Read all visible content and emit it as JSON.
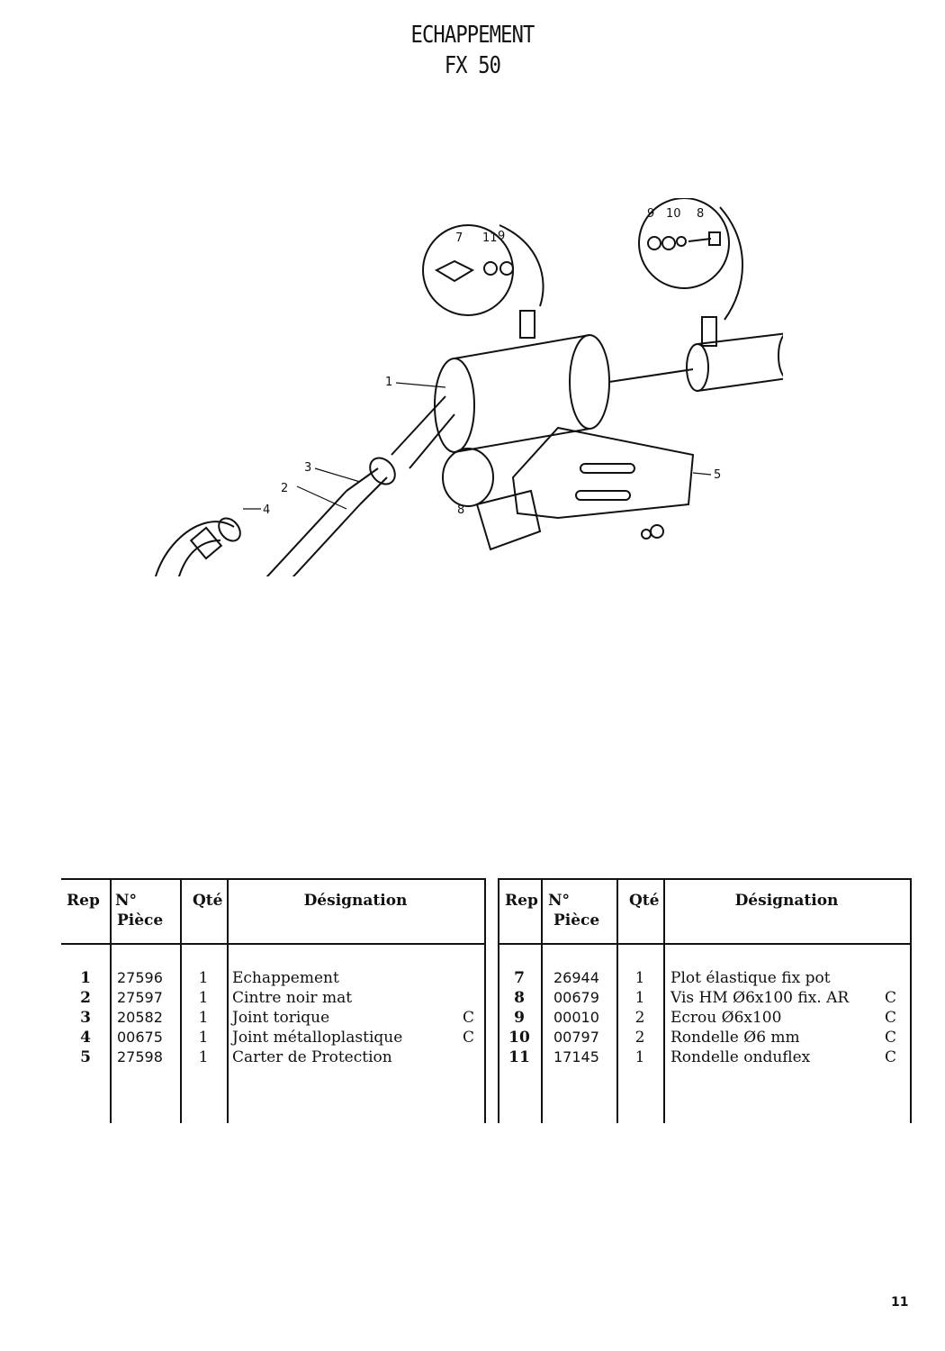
{
  "header": {
    "title": "ECHAPPEMENT",
    "model": "FX 50"
  },
  "diagram": {
    "callouts": [
      "1",
      "2",
      "3",
      "4",
      "5",
      "7",
      "11",
      "9",
      "9",
      "10",
      "8",
      "8"
    ]
  },
  "table_headers": {
    "rep": "Rep",
    "num": "N°",
    "piece": "Pièce",
    "qte": "Qté",
    "designation": "Désignation"
  },
  "left_rows": [
    {
      "rep": "1",
      "piece": "27596",
      "qte": "1",
      "designation": "Echappement",
      "code": ""
    },
    {
      "rep": "2",
      "piece": "27597",
      "qte": "1",
      "designation": "Cintre noir mat",
      "code": ""
    },
    {
      "rep": "3",
      "piece": "20582",
      "qte": "1",
      "designation": "Joint torique",
      "code": "C"
    },
    {
      "rep": "4",
      "piece": "00675",
      "qte": "1",
      "designation": "Joint métalloplastique",
      "code": "C"
    },
    {
      "rep": "5",
      "piece": "27598",
      "qte": "1",
      "designation": "Carter de Protection",
      "code": ""
    }
  ],
  "right_rows": [
    {
      "rep": "7",
      "piece": "26944",
      "qte": "1",
      "designation": "Plot élastique fix pot",
      "code": ""
    },
    {
      "rep": "8",
      "piece": "00679",
      "qte": "1",
      "designation": "Vis HM Ø6x100 fix. AR",
      "code": "C"
    },
    {
      "rep": "9",
      "piece": "00010",
      "qte": "2",
      "designation": "Ecrou Ø6x100",
      "code": "C"
    },
    {
      "rep": "10",
      "piece": "00797",
      "qte": "2",
      "designation": "Rondelle Ø6 mm",
      "code": "C"
    },
    {
      "rep": "11",
      "piece": "17145",
      "qte": "1",
      "designation": "Rondelle onduflex",
      "code": "C"
    }
  ],
  "page_number": "11"
}
